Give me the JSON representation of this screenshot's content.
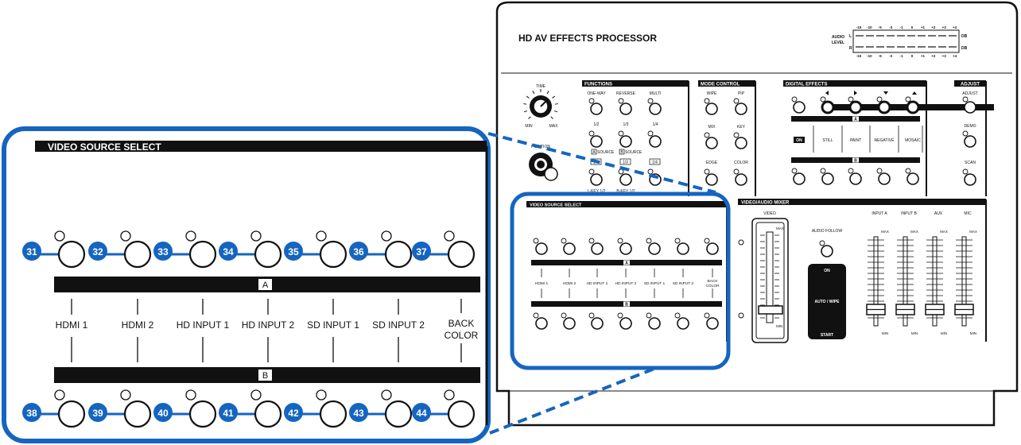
{
  "device": {
    "title": "HD AV EFFECTS PROCESSOR",
    "audio_level": {
      "label_line1": "AUDIO",
      "label_line2": "LEVEL",
      "channel_l": "L",
      "channel_r": "R",
      "unit": "DB",
      "scale": [
        "-15",
        "-10",
        "-5",
        "-3",
        "-1",
        "0",
        "+1",
        "+2",
        "+3",
        "+4"
      ]
    },
    "time_knob": {
      "label": "TIME",
      "min": "MIN",
      "max": "MAX"
    },
    "position_knob": {
      "label": "POSITION"
    },
    "functions": {
      "header": "FUNCTIONS",
      "row1": [
        "ONE-WAY",
        "REVERSE",
        "MULTI"
      ],
      "row2": [
        "1/2",
        "1/3",
        "1/4"
      ],
      "source_a": "SOURCE",
      "source_b": "SOURCE",
      "source_a_letter": "A",
      "source_b_letter": "B",
      "boxes": [
        "1/2",
        "1/3",
        "1/4"
      ],
      "bottom": [
        "L-KEY 1/2",
        "B-KEY 1/2"
      ]
    },
    "mode_control": {
      "header": "MODE CONTROL",
      "labels": [
        "WIPE",
        "PIP",
        "MIX",
        "KEY",
        "EDGE",
        "COLOR"
      ]
    },
    "digital_effects": {
      "header": "DIGITAL EFFECTS",
      "bar_a": "A",
      "bar_b": "B",
      "on_label": "ON",
      "effects": [
        "STILL",
        "PAINT",
        "NEGATIVE",
        "MOSAIC"
      ]
    },
    "adjust": {
      "header": "ADJUST",
      "labels": [
        "ADJUST",
        "DEMO",
        "SCAN"
      ]
    },
    "mixer": {
      "header": "VIDEO/AUDIO MIXER",
      "video": "VIDEO",
      "max": "MAX",
      "min": "MIN",
      "audio_follow": "AUDIO FOLLOW",
      "on": "ON",
      "auto_wipe": "AUTO / WIPE",
      "start": "START",
      "channels": [
        "INPUT A",
        "INPUT B",
        "AUX",
        "MIC"
      ]
    }
  },
  "video_source_select": {
    "header": "VIDEO SOURCE SELECT",
    "bar_a": "A",
    "bar_b": "B",
    "sources": [
      "HDMI 1",
      "HDMI 2",
      "HD INPUT 1",
      "HD INPUT 2",
      "SD INPUT 1",
      "SD INPUT 2"
    ],
    "last_source_line1": "BACK",
    "last_source_line2": "COLOR",
    "callouts_row_a": [
      "31",
      "32",
      "33",
      "34",
      "35",
      "36",
      "37"
    ],
    "callouts_row_b": [
      "38",
      "39",
      "40",
      "41",
      "42",
      "43",
      "44"
    ]
  },
  "colors": {
    "highlight": "#1565c0",
    "panel": "#111111",
    "background": "#ffffff"
  }
}
